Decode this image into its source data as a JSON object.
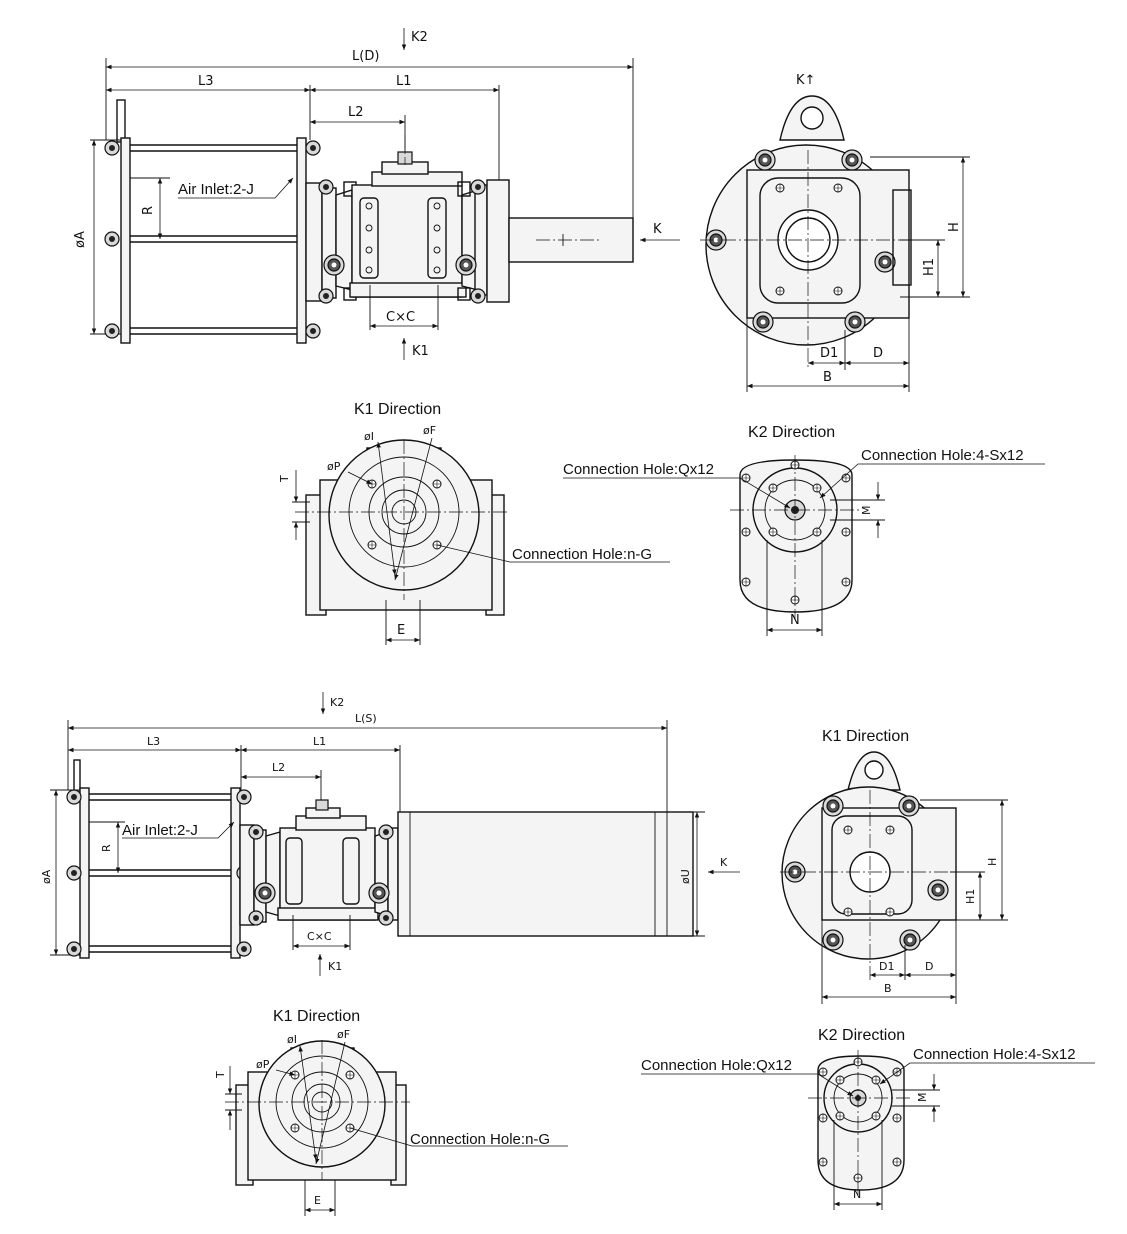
{
  "top_side": {
    "k2": "K2",
    "l_d": "L(D)",
    "l3": "L3",
    "l1": "L1",
    "l2": "L2",
    "air_inlet": "Air Inlet:2-J",
    "r": "R",
    "phi_a": "øA",
    "k": "K",
    "cxc": "C×C",
    "k1": "K1"
  },
  "top_end": {
    "kn": "K↑",
    "h": "H",
    "h1": "H1",
    "d1": "D1",
    "d": "D",
    "b": "B"
  },
  "top_k1": {
    "title": "K1 Direction",
    "phi_i": "øI",
    "phi_f": "øF",
    "phi_p": "øP",
    "t": "T",
    "conn": "Connection Hole:n-G",
    "e": "E"
  },
  "top_k2": {
    "title": "K2 Direction",
    "conn_q": "Connection Hole:Qx12",
    "conn_s": "Connection Hole:4-Sx12",
    "m": "M",
    "n": "N"
  },
  "bottom_side": {
    "k2": "K2",
    "l_s": "L(S)",
    "l3": "L3",
    "l1": "L1",
    "l2": "L2",
    "air_inlet": "Air Inlet:2-J",
    "r": "R",
    "phi_a": "øA",
    "phi_u": "øU",
    "k": "K",
    "cxc": "C×C",
    "k1": "K1"
  },
  "bottom_end": {
    "title": "K1 Direction",
    "h": "H",
    "h1": "H1",
    "d1": "D1",
    "d": "D",
    "b": "B"
  },
  "bottom_k1": {
    "title": "K1 Direction",
    "phi_i": "øI",
    "phi_f": "øF",
    "phi_p": "øP",
    "t": "T",
    "conn": "Connection Hole:n-G",
    "e": "E"
  },
  "bottom_k2": {
    "title": "K2 Direction",
    "conn_q": "Connection Hole:Qx12",
    "conn_s": "Connection Hole:4-Sx12",
    "m": "M",
    "n": "N"
  }
}
